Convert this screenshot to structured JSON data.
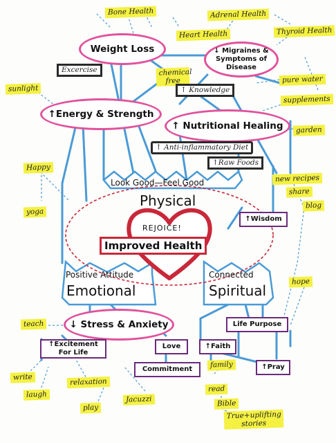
{
  "center": {
    "physical_tagline": "Look Good—Feel Good",
    "physical": "Physical",
    "rejoice": "REJOICE!",
    "improved_health": "Improved Health",
    "emotional_tagline": "Positive Attitude",
    "emotional": "Emotional",
    "spiritual_tagline": "Connected",
    "spiritual": "Spiritual"
  },
  "ovals": {
    "weight_loss": "Weight Loss",
    "migraines": "↓ Migraines & Symptoms of Disease",
    "energy": "↑Energy & Strength",
    "nutritional": "↑ Nutritional Healing",
    "stress": "↓ Stress & Anxiety"
  },
  "boxes": {
    "excercise": "Excercise",
    "knowledge": "↑ Knowledge",
    "anti_inflammatory": "↑ Anti-inflammatory Diet",
    "raw_foods": "↑Raw Foods",
    "wisdom": "↑Wisdom",
    "life_purpose": "Life Purpose",
    "excitement": "↑Excitement For Life",
    "love": "Love",
    "faith": "↑Faith",
    "commitment": "Commitment",
    "pray": "↑Pray"
  },
  "notes": {
    "bone_health": "Bone Health",
    "adrenal_health": "Adrenal Health",
    "heart_health": "Heart Health",
    "thyroid_health": "Thyroid Health",
    "sunlight": "sunlight",
    "chemical_free": "chemical free",
    "pure_water": "pure water",
    "supplements": "supplements",
    "garden": "garden",
    "happy": "Happy",
    "new_recipes": "new recipes",
    "share": "share",
    "blog": "blog",
    "yoga": "yoga",
    "hope": "hope",
    "teach": "teach",
    "write": "write",
    "relaxation": "relaxation",
    "laugh": "laugh",
    "jacuzzi": "Jacuzzi",
    "play": "play",
    "family": "family",
    "read": "read",
    "bible": "Bible",
    "true_uplifting": "True+uplifting stories"
  },
  "colors": {
    "oval_border": "#e0529c",
    "box_border": "#6a2a7a",
    "line_blue": "#4a9ad6",
    "heart_red": "#c8283a",
    "highlight": "#f4f142"
  }
}
